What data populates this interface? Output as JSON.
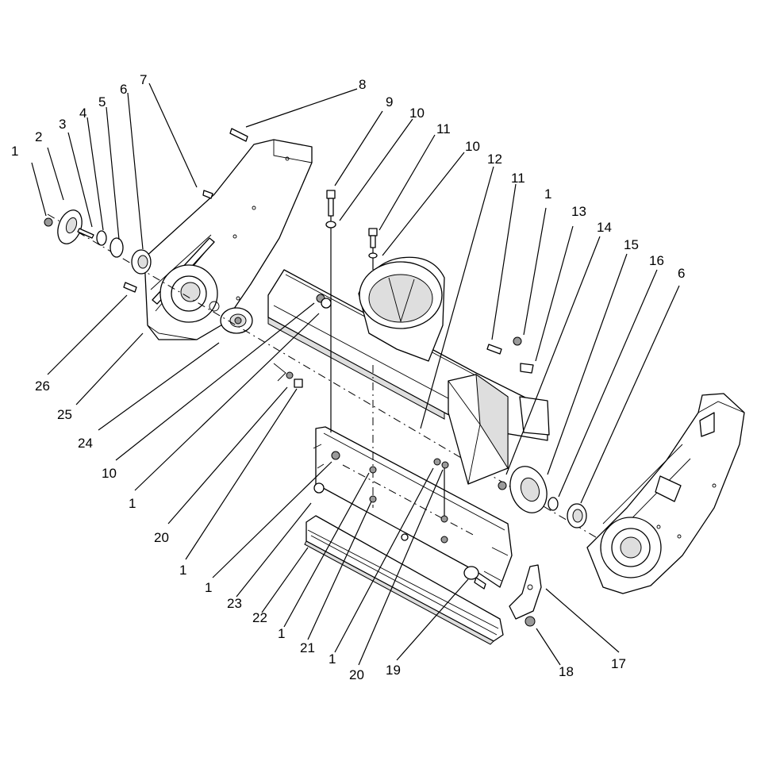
{
  "callouts": [
    {
      "id": "c1",
      "text": "1"
    },
    {
      "id": "c2",
      "text": "2"
    },
    {
      "id": "c3",
      "text": "3"
    },
    {
      "id": "c4",
      "text": "4"
    },
    {
      "id": "c5",
      "text": "5"
    },
    {
      "id": "c6a",
      "text": "6"
    },
    {
      "id": "c7",
      "text": "7"
    },
    {
      "id": "c8",
      "text": "8"
    },
    {
      "id": "c9",
      "text": "9"
    },
    {
      "id": "c10a",
      "text": "10"
    },
    {
      "id": "c11a",
      "text": "11"
    },
    {
      "id": "c10b",
      "text": "10"
    },
    {
      "id": "c12",
      "text": "12"
    },
    {
      "id": "c11b",
      "text": "11"
    },
    {
      "id": "c1b",
      "text": "1"
    },
    {
      "id": "c13",
      "text": "13"
    },
    {
      "id": "c14",
      "text": "14"
    },
    {
      "id": "c15",
      "text": "15"
    },
    {
      "id": "c16",
      "text": "16"
    },
    {
      "id": "c6b",
      "text": "6"
    },
    {
      "id": "c26",
      "text": "26"
    },
    {
      "id": "c25",
      "text": "25"
    },
    {
      "id": "c24",
      "text": "24"
    },
    {
      "id": "c10c",
      "text": "10"
    },
    {
      "id": "c1c",
      "text": "1"
    },
    {
      "id": "c20a",
      "text": "20"
    },
    {
      "id": "c1d",
      "text": "1"
    },
    {
      "id": "c1e",
      "text": "1"
    },
    {
      "id": "c23",
      "text": "23"
    },
    {
      "id": "c22",
      "text": "22"
    },
    {
      "id": "c1f",
      "text": "1"
    },
    {
      "id": "c21",
      "text": "21"
    },
    {
      "id": "c1g",
      "text": "1"
    },
    {
      "id": "c20b",
      "text": "20"
    },
    {
      "id": "c19",
      "text": "19"
    },
    {
      "id": "c18",
      "text": "18"
    },
    {
      "id": "c17",
      "text": "17"
    }
  ]
}
